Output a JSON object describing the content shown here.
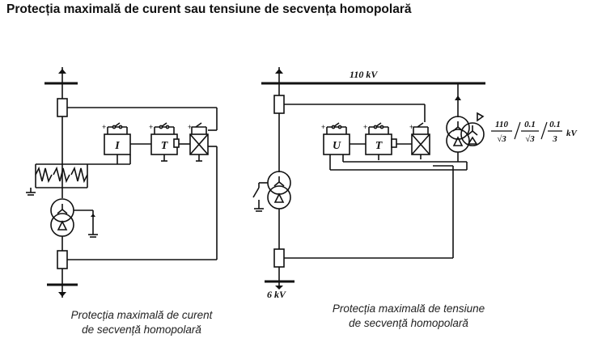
{
  "title": "Protecția maximală de curent sau tensiune de secvența homopolară",
  "diagram": {
    "left": {
      "relay_current_label": "I",
      "relay_time_label": "T",
      "caption_line1": "Protecția maximală de curent",
      "caption_line2": "de secvență homopolară"
    },
    "right": {
      "bus_label": "110 kV",
      "bottom_label": "6 kV",
      "relay_voltage_label": "U",
      "relay_time_label": "T",
      "vt_ratio": {
        "n1": "110",
        "d1": "√3",
        "n2": "0.1",
        "d2": "√3",
        "n3": "0.1",
        "d3": "3",
        "unit": "kV"
      },
      "caption_line1": "Protecția maximală de tensiune",
      "caption_line2": "de secvență homopolară"
    }
  }
}
